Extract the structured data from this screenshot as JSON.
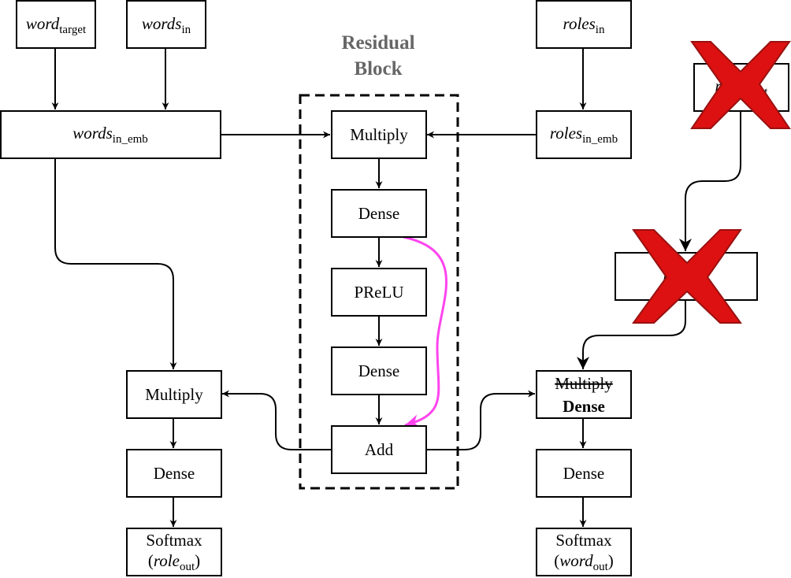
{
  "colors": {
    "stroke": "#000000",
    "title": "#666666",
    "skip_arrow": "#ff44ee",
    "replacement_text": "#ee33dd",
    "cross_fill": "#dd1111",
    "cross_outline": "#991111"
  },
  "residual_block": {
    "title_line1": "Residual",
    "title_line2": "Block"
  },
  "nodes": {
    "word_target": {
      "main": "word",
      "sub": "target"
    },
    "words_in": {
      "main": "words",
      "sub": "in"
    },
    "roles_in": {
      "main": "roles",
      "sub": "in"
    },
    "role_target": {
      "main": "role",
      "sub": "target"
    },
    "words_in_emb": {
      "main": "words",
      "sub": "in_emb"
    },
    "roles_in_emb": {
      "main": "roles",
      "sub": "in_emb"
    },
    "role_emb": {
      "main": "role",
      "sub": "emb"
    },
    "rb_multiply": {
      "label": "Multiply"
    },
    "rb_dense1": {
      "label": "Dense"
    },
    "rb_prelu": {
      "label": "PReLU"
    },
    "rb_dense2": {
      "label": "Dense"
    },
    "rb_add": {
      "label": "Add"
    },
    "left_multiply": {
      "label": "Multiply"
    },
    "left_dense": {
      "label": "Dense"
    },
    "left_softmax": {
      "line1": "Softmax",
      "open": "(",
      "main": "role",
      "sub": "out",
      "close": ")"
    },
    "right_multiply_struck": {
      "label": "Multiply"
    },
    "right_dense_replacement": {
      "label": "Dense"
    },
    "right_dense": {
      "label": "Dense"
    },
    "right_softmax": {
      "line1": "Softmax",
      "open": "(",
      "main": "word",
      "sub": "out",
      "close": ")"
    }
  },
  "icons": {
    "removed_marker": "red-x-cross-icon"
  }
}
